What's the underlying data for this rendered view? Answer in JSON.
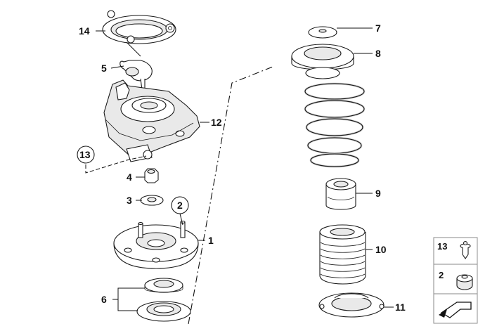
{
  "diagram": {
    "callouts": {
      "c1": "1",
      "c2": "2",
      "c3": "3",
      "c4": "4",
      "c5": "5",
      "c6": "6",
      "c7": "7",
      "c8": "8",
      "c9": "9",
      "c10": "10",
      "c11": "11",
      "c12": "12",
      "c13": "13",
      "c14": "14"
    },
    "legend": {
      "item13": "13",
      "item2": "2"
    }
  }
}
